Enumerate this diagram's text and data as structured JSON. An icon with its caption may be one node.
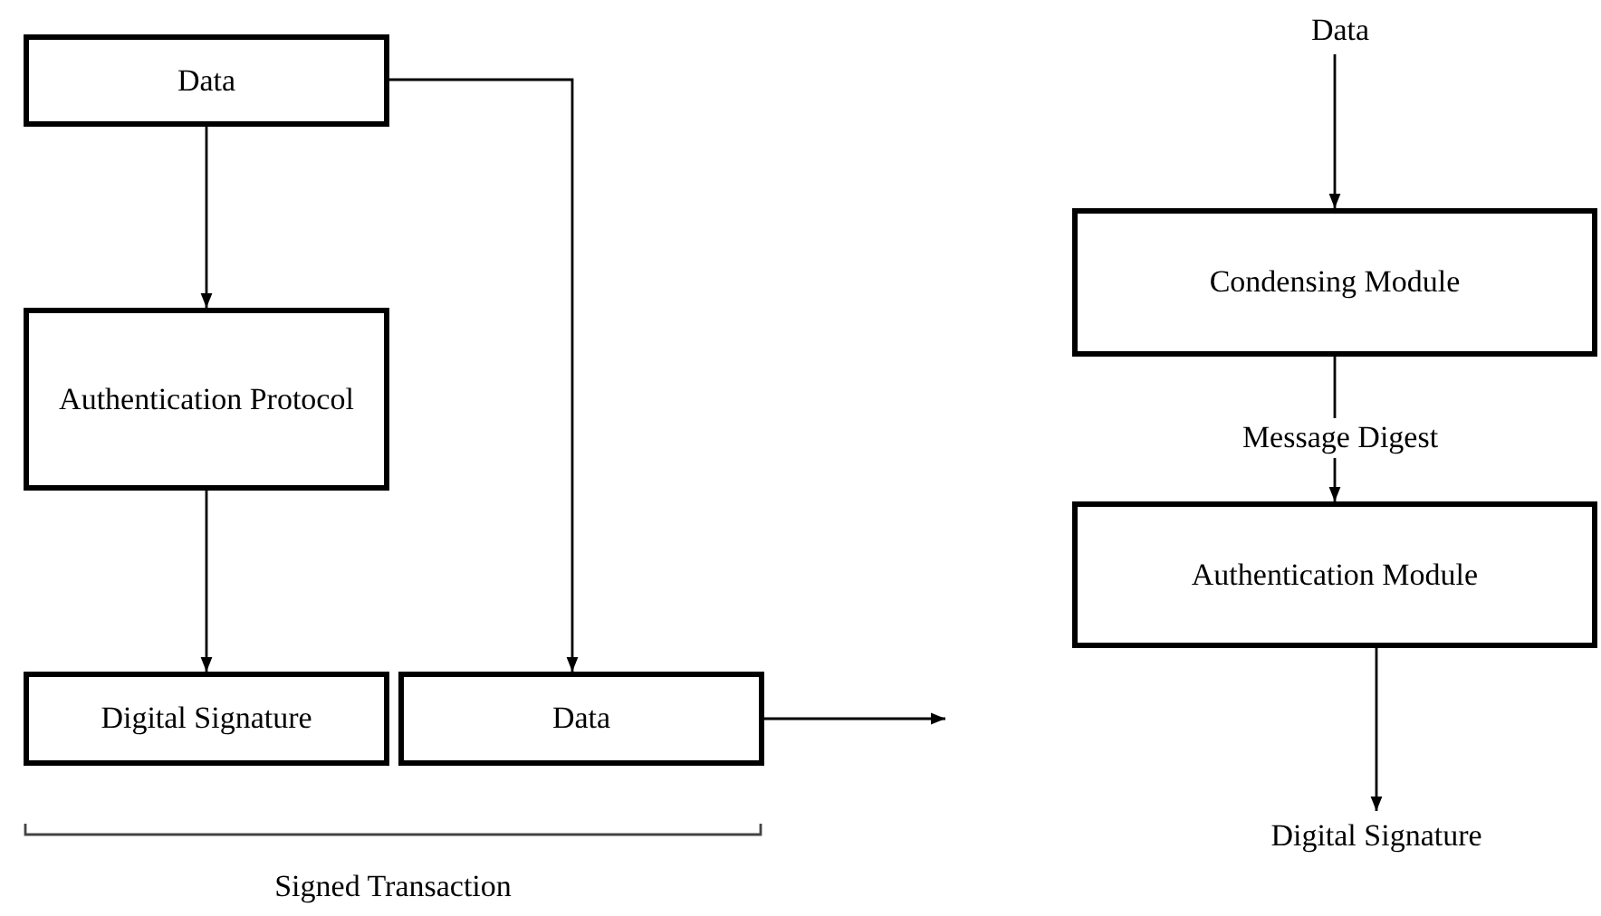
{
  "diagram": {
    "nodes": [
      {
        "text": [
          "Data"
        ]
      },
      {
        "text": [
          "Authentication Protocol"
        ]
      },
      {
        "text": [
          "Digital Signature"
        ]
      },
      {
        "text": [
          "Data"
        ]
      },
      {
        "text": [
          "Data"
        ]
      },
      {
        "text": [
          "Condensing Module"
        ]
      },
      {
        "text": [
          "Authentication Module"
        ]
      },
      {
        "text": [
          "Digital Signature"
        ]
      }
    ],
    "edges": [
      {
        "from": 0,
        "to": 1,
        "arrow": "to"
      },
      {
        "from": 1,
        "to": 2,
        "arrow": "to"
      },
      {
        "from": 0,
        "to": 3,
        "arrow": "to"
      },
      {
        "from": 3,
        "to": null,
        "arrow": "to"
      },
      {
        "from": 4,
        "to": 5,
        "arrow": "to"
      },
      {
        "from": 5,
        "to": 6,
        "arrow": "to",
        "label": "Message Digest"
      },
      {
        "from": 6,
        "to": 7,
        "arrow": "to"
      }
    ],
    "labels": [
      "Signed Transaction"
    ]
  }
}
